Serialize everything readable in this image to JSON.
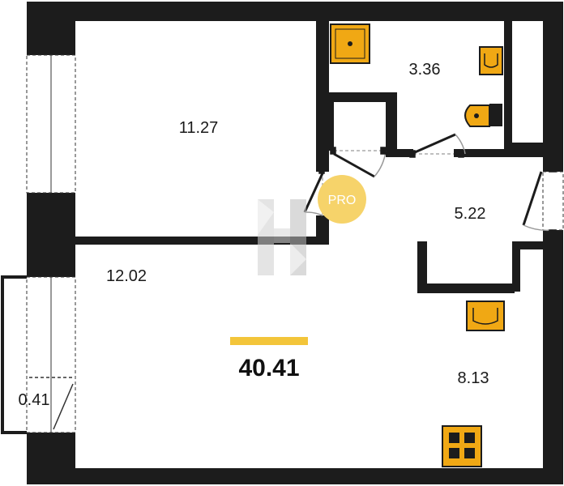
{
  "colors": {
    "wall": "#1c1c1c",
    "fixture": "#f0a814",
    "accent_bar": "#f3c53a",
    "badge": "#f6d36a",
    "watermark": "#d9d9d9"
  },
  "rooms": [
    {
      "id": "room-top-left",
      "area": "11.27"
    },
    {
      "id": "bathroom",
      "area": "3.36"
    },
    {
      "id": "hallway",
      "area": "5.22"
    },
    {
      "id": "room-bottom-left",
      "area": "12.02"
    },
    {
      "id": "kitchen",
      "area": "8.13"
    },
    {
      "id": "balcony",
      "area": "0.41"
    }
  ],
  "total_area": "40.41",
  "badge": {
    "text": "PRO",
    "icon": "pro-badge-icon"
  },
  "watermark": {
    "icon": "logo-h-watermark-icon"
  },
  "fixtures": [
    "shower-tray-icon",
    "washbasin-icon",
    "toilet-icon",
    "kitchen-sink-icon",
    "stove-icon"
  ]
}
